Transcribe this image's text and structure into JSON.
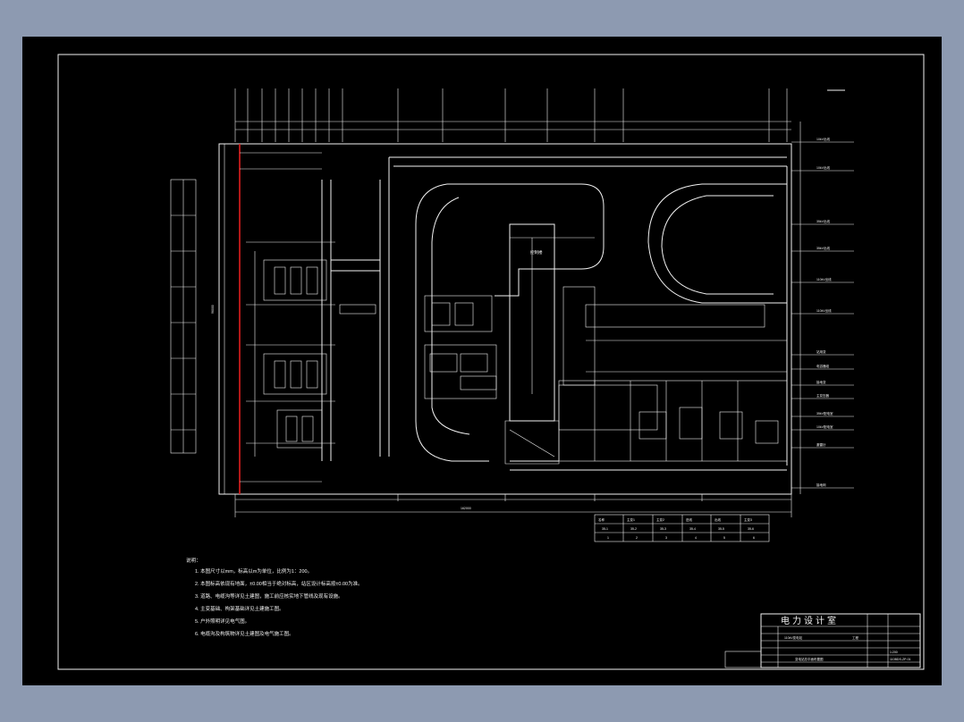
{
  "title_block": {
    "org": "电力设计室",
    "project": "110kV变电站",
    "stage": "工程",
    "drawing_name": "变电站总平面布置图",
    "drawing_no": "110BDS-ZP-01",
    "scale": "1:200"
  },
  "notes": {
    "heading": "说明：",
    "items": [
      "1. 本图尺寸以mm，标高以m为单位，比例为1：200。",
      "2. 本图标高依现有地面，±0.00相当于绝对标高，站区设计标高按±0.00为准。",
      "3. 道路、电缆沟等详见土建图，施工前应核实地下管线及现有设施。",
      "4. 主变基础、构架基础详见土建施工图。",
      "5. 户外照明详见电气图。",
      "6. 电缆沟及构筑物详见土建图及电气施工图。"
    ]
  },
  "dimensions": {
    "total_width": "162000",
    "total_height": "96000"
  },
  "bay_table": {
    "headers": [
      "名称",
      "主变1",
      "主变2",
      "进线",
      "出线",
      "主变3"
    ],
    "row1": [
      "35-1",
      "35-2",
      "35-3",
      "35-4",
      "35-5",
      "35-6"
    ],
    "row2": [
      "1",
      "2",
      "3",
      "4",
      "5",
      "6"
    ]
  },
  "labels": {
    "control_building": "控制楼",
    "right_labels": [
      "10kV出线",
      "10kV出线",
      "35kV出线",
      "35kV出线",
      "110kV出线",
      "110kV出线",
      "站用变",
      "电容器组",
      "接地变",
      "主变压器",
      "35kV配电室",
      "10kV配电室",
      "避雷针",
      "接地网"
    ]
  }
}
